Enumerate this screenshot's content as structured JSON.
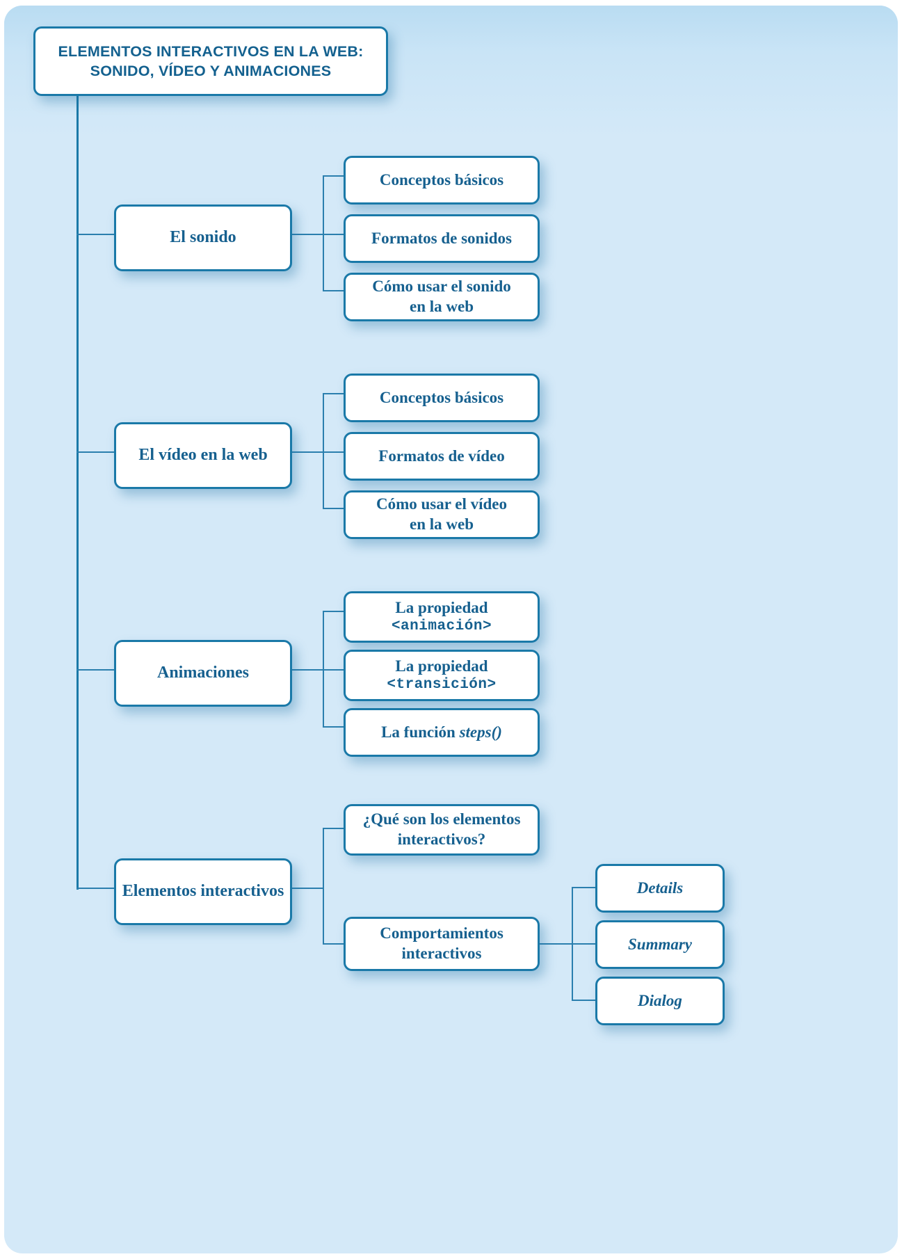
{
  "diagram": {
    "type": "tree-mindmap",
    "title": "ELEMENTOS INTERACTIVOS EN LA WEB: SONIDO, VÍDEO Y ANIMACIONES",
    "colors": {
      "panel_background": "#d4e9f8",
      "node_background": "#ffffff",
      "node_border": "#1a79a8",
      "text": "#16608f",
      "connector": "#2b7fae"
    },
    "root": {
      "label": "ELEMENTOS INTERACTIVOS EN LA WEB: SONIDO, VÍDEO Y ANIMACIONES"
    },
    "branches": [
      {
        "label": "El sonido",
        "children": [
          {
            "label": "Conceptos básicos"
          },
          {
            "label": "Formatos de sonidos"
          },
          {
            "label": "Cómo usar el sonido en la web",
            "line1": "Cómo usar el sonido",
            "line2": "en la web"
          }
        ]
      },
      {
        "label": "El vídeo en la web",
        "children": [
          {
            "label": "Conceptos básicos"
          },
          {
            "label": "Formatos de vídeo"
          },
          {
            "label": "Cómo usar el vídeo en la web",
            "line1": "Cómo usar el vídeo",
            "line2": "en la web"
          }
        ]
      },
      {
        "label": "Animaciones",
        "children": [
          {
            "label": "La propiedad <animación>",
            "line1": "La propiedad",
            "line2": "<animación>",
            "line2_style": "mono"
          },
          {
            "label": "La propiedad <transición>",
            "line1": "La propiedad",
            "line2": "<transición>",
            "line2_style": "mono"
          },
          {
            "label": "La función steps()",
            "prefix": "La función ",
            "emphasis": "steps()"
          }
        ]
      },
      {
        "label": "Elementos interactivos",
        "children": [
          {
            "label": "¿Qué son los elementos interactivos?",
            "line1": "¿Qué son los elementos",
            "line2": "interactivos?"
          },
          {
            "label": "Comportamientos interactivos",
            "line1": "Comportamientos",
            "line2": "interactivos",
            "children": [
              {
                "label": "Details"
              },
              {
                "label": "Summary"
              },
              {
                "label": "Dialog"
              }
            ]
          }
        ]
      }
    ]
  }
}
